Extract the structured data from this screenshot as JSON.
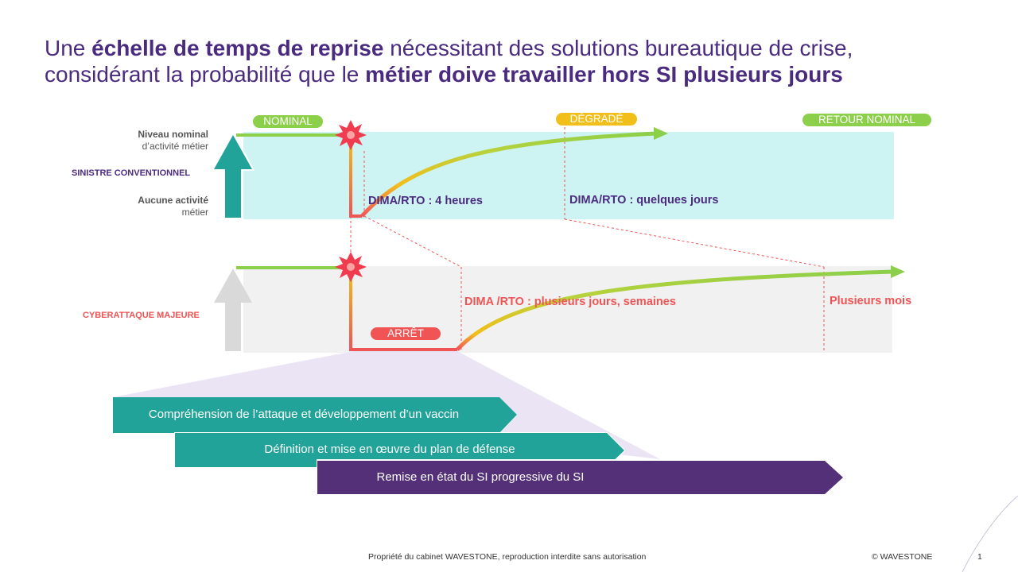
{
  "title": {
    "line1_pre": "Une ",
    "line1_bold": "échelle de temps de reprise",
    "line1_post": " nécessitant des solutions bureautique de crise,",
    "line2_pre": "considérant la probabilité que le ",
    "line2_bold": "métier doive travailler hors SI plusieurs jours"
  },
  "phases": {
    "nominal": "NOMINAL",
    "degrade": "DÉGRADÉ",
    "retour": "RETOUR NOMINAL",
    "arret": "ARRÊT"
  },
  "row1": {
    "label": "SINISTRE CONVENTIONNEL",
    "level_high_1": "Niveau nominal",
    "level_high_2": "d’activité métier",
    "level_low_1": "Aucune activité",
    "level_low_2": "métier",
    "rto_short": "DIMA/RTO : 4 heures",
    "rto_long": "DIMA/RTO : quelques jours"
  },
  "row2": {
    "label": "CYBERATTAQUE MAJEURE",
    "rto": "DIMA /RTO : plusieurs jours, semaines",
    "long": "Plusieurs mois"
  },
  "workstreams": [
    {
      "label": "Compréhension  de l’attaque et développement  d’un vaccin"
    },
    {
      "label": "Définition  et mise en œuvre du plan de défense"
    },
    {
      "label": "Remise en état du SI progressive du SI"
    }
  ],
  "footer": {
    "notice": "Propriété du cabinet WAVESTONE, reproduction interdite sans autorisation",
    "copyright": "© WAVESTONE",
    "page": "1"
  },
  "colors": {
    "purple": "#4a2b7f",
    "teal": "#21a39a",
    "light_teal": "#cdf3f3",
    "light_grey": "#f1f1f1",
    "green": "#8ccf4a",
    "yellow": "#f2be1a",
    "red": "#f05454",
    "workstream_purple": "#543079"
  }
}
